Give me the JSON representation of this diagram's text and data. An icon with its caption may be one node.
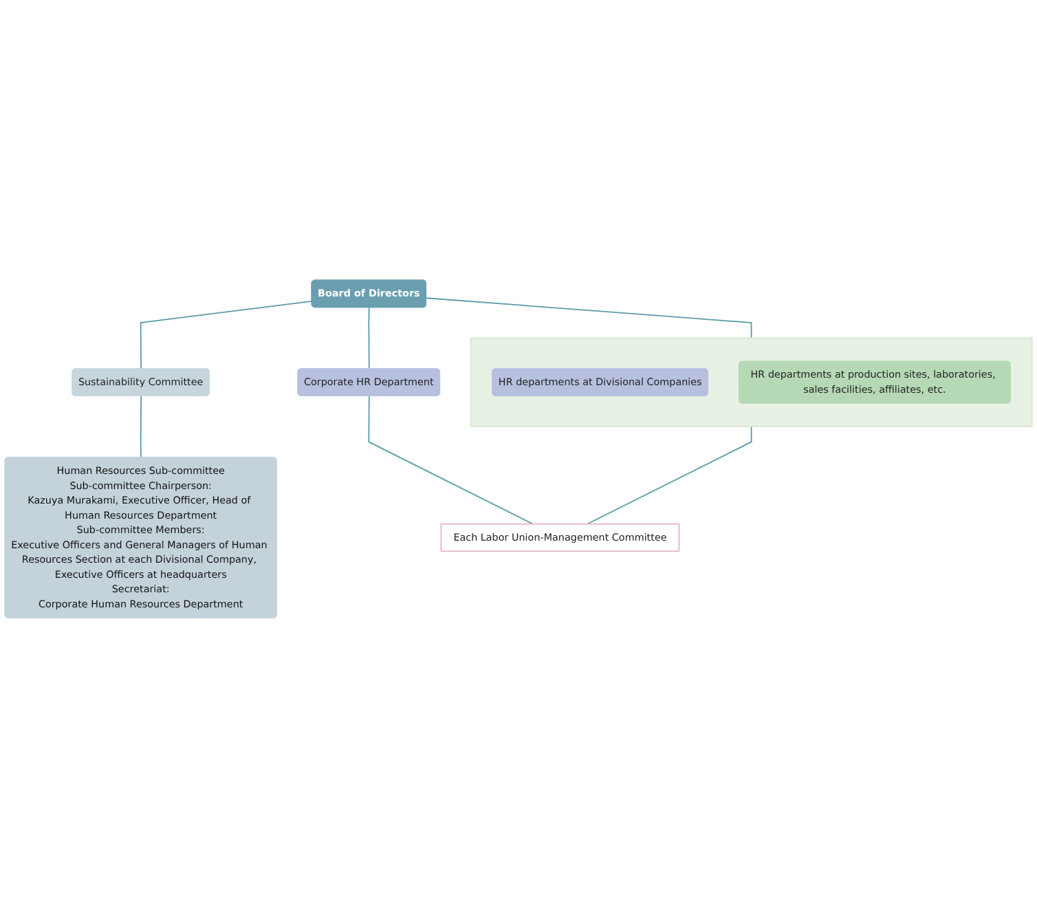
{
  "diagram": {
    "nodes": [
      {
        "text": [
          "Board of Directors"
        ]
      },
      {
        "text": [
          "Sustainability Committee"
        ]
      },
      {
        "text": [
          "Human Resources Sub-committee",
          "Sub-committee Chairperson:",
          "Kazuya Murakami, Executive Officer, Head of Human Resources Department",
          "Sub-committee Members:",
          "Executive Officers and General Managers of Human Resources Section at each Divisional Company, Executive Officers at headquarters",
          "Secretariat:",
          "Corporate Human Resources Department"
        ]
      },
      {
        "text": [],
        "shape": "box"
      },
      {
        "text": [
          "HR departments at Divisional Companies"
        ],
        "in": 3
      },
      {
        "text": [
          "HR departments at production sites, laboratories, sales facilities, affiliates, etc."
        ],
        "in": 3
      },
      {
        "text": [
          "Each Labor Union-Management Committee"
        ]
      },
      {
        "text": [
          "Corporate HR Department"
        ]
      }
    ],
    "edges": [
      {
        "from": 0,
        "to": 1,
        "arrow": "none"
      },
      {
        "from": 1,
        "to": 2,
        "arrow": "none"
      },
      {
        "from": 0,
        "to": 3,
        "arrow": "none"
      },
      {
        "from": 0,
        "to": 7,
        "arrow": "none"
      },
      {
        "from": 3,
        "to": 6,
        "arrow": "none"
      },
      {
        "from": 7,
        "to": 6,
        "arrow": "none"
      }
    ]
  }
}
